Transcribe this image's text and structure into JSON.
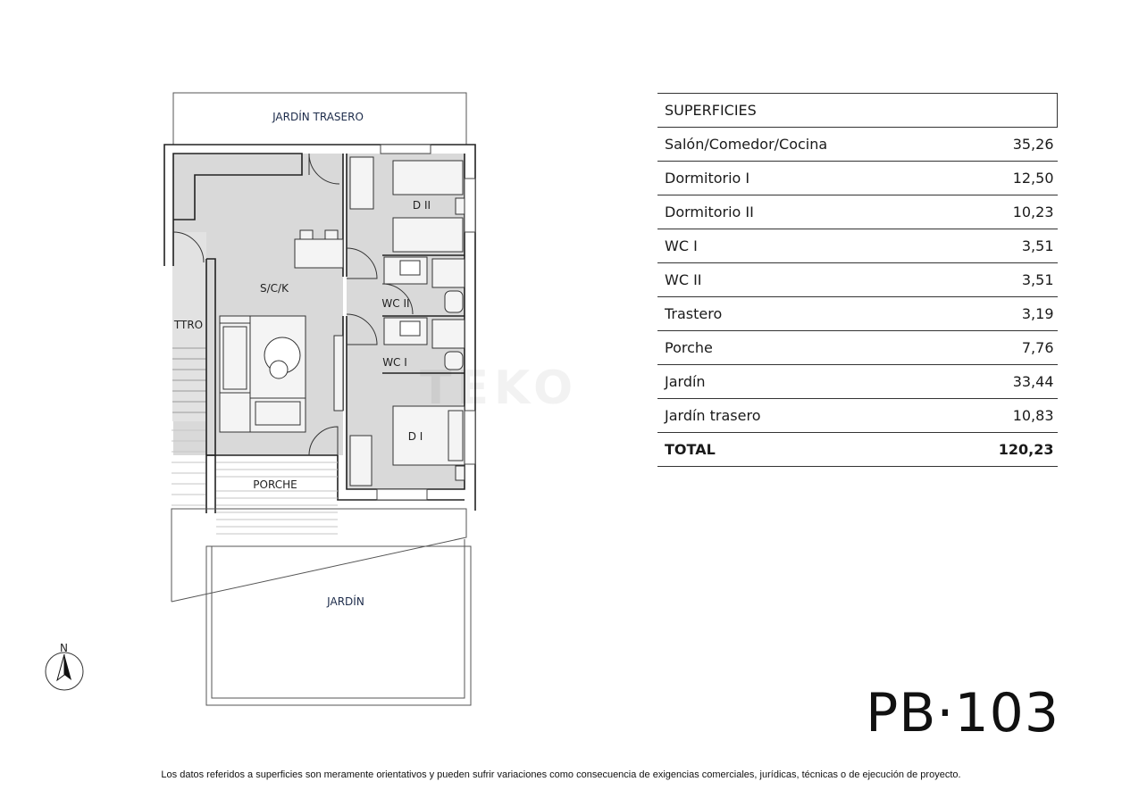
{
  "plan": {
    "rooms": {
      "jardin_trasero": "JARDÍN TRASERO",
      "dormitorio_2": "D II",
      "salon": "S/C/K",
      "wc_2": "WC II",
      "trastero": "TTRO",
      "wc_1": "WC I",
      "dormitorio_1": "D I",
      "porche": "PORCHE",
      "jardin": "JARDÍN"
    },
    "compass_letter": "N",
    "watermark": "TEKO"
  },
  "table": {
    "header": "SUPERFICIES",
    "rows": [
      {
        "label": "Salón/Comedor/Cocina",
        "value": "35,26"
      },
      {
        "label": "Dormitorio I",
        "value": "12,50"
      },
      {
        "label": "Dormitorio II",
        "value": "10,23"
      },
      {
        "label": "WC I",
        "value": "3,51"
      },
      {
        "label": "WC II",
        "value": "3,51"
      },
      {
        "label": "Trastero",
        "value": "3,19"
      },
      {
        "label": "Porche",
        "value": "7,76"
      },
      {
        "label": "Jardín",
        "value": "33,44"
      },
      {
        "label": "Jardín trasero",
        "value": "10,83"
      }
    ],
    "total_label": "TOTAL",
    "total_value": "120,23"
  },
  "unit_code": "PB·103",
  "disclaimer": "Los datos referidos a superficies son meramente orientativos y pueden sufrir variaciones como consecuencia de exigencias comerciales, jurídicas, técnicas o de ejecución de proyecto."
}
